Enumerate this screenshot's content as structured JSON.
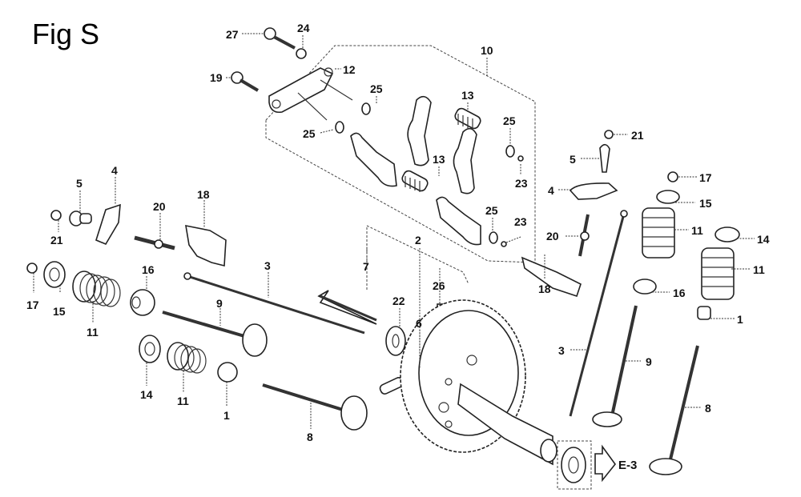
{
  "figure": {
    "title": "Fig S",
    "reference_label": "E-3"
  },
  "callouts": [
    {
      "id": "c27a",
      "number": "27"
    },
    {
      "id": "c24a",
      "number": "24"
    },
    {
      "id": "c19a",
      "number": "19"
    },
    {
      "id": "c12a",
      "number": "12"
    },
    {
      "id": "c10a",
      "number": "10"
    },
    {
      "id": "c25a",
      "number": "25"
    },
    {
      "id": "c25b",
      "number": "25"
    },
    {
      "id": "c13a",
      "number": "13"
    },
    {
      "id": "c13b",
      "number": "13"
    },
    {
      "id": "c25c",
      "number": "25"
    },
    {
      "id": "c23a",
      "number": "23"
    },
    {
      "id": "c25d",
      "number": "25"
    },
    {
      "id": "c23b",
      "number": "23"
    },
    {
      "id": "c5a",
      "number": "5"
    },
    {
      "id": "c4a",
      "number": "4"
    },
    {
      "id": "c21a",
      "number": "21"
    },
    {
      "id": "c20a",
      "number": "20"
    },
    {
      "id": "c18a",
      "number": "18"
    },
    {
      "id": "c17a",
      "number": "17"
    },
    {
      "id": "c15a",
      "number": "15"
    },
    {
      "id": "c11a",
      "number": "11"
    },
    {
      "id": "c16a",
      "number": "16"
    },
    {
      "id": "c3a",
      "number": "3"
    },
    {
      "id": "c9a",
      "number": "9"
    },
    {
      "id": "c14a",
      "number": "14"
    },
    {
      "id": "c11b",
      "number": "11"
    },
    {
      "id": "c1a",
      "number": "1"
    },
    {
      "id": "c8a",
      "number": "8"
    },
    {
      "id": "c7a",
      "number": "7"
    },
    {
      "id": "c2a",
      "number": "2"
    },
    {
      "id": "c26a",
      "number": "26"
    },
    {
      "id": "c22a",
      "number": "22"
    },
    {
      "id": "c6a",
      "number": "6"
    },
    {
      "id": "c21b",
      "number": "21"
    },
    {
      "id": "c5b",
      "number": "5"
    },
    {
      "id": "c4b",
      "number": "4"
    },
    {
      "id": "c17b",
      "number": "17"
    },
    {
      "id": "c15b",
      "number": "15"
    },
    {
      "id": "c11c",
      "number": "11"
    },
    {
      "id": "c14b",
      "number": "14"
    },
    {
      "id": "c11d",
      "number": "11"
    },
    {
      "id": "c20b",
      "number": "20"
    },
    {
      "id": "c16b",
      "number": "16"
    },
    {
      "id": "c1b",
      "number": "1"
    },
    {
      "id": "c18b",
      "number": "18"
    },
    {
      "id": "c3b",
      "number": "3"
    },
    {
      "id": "c9b",
      "number": "9"
    },
    {
      "id": "c8b",
      "number": "8"
    }
  ]
}
